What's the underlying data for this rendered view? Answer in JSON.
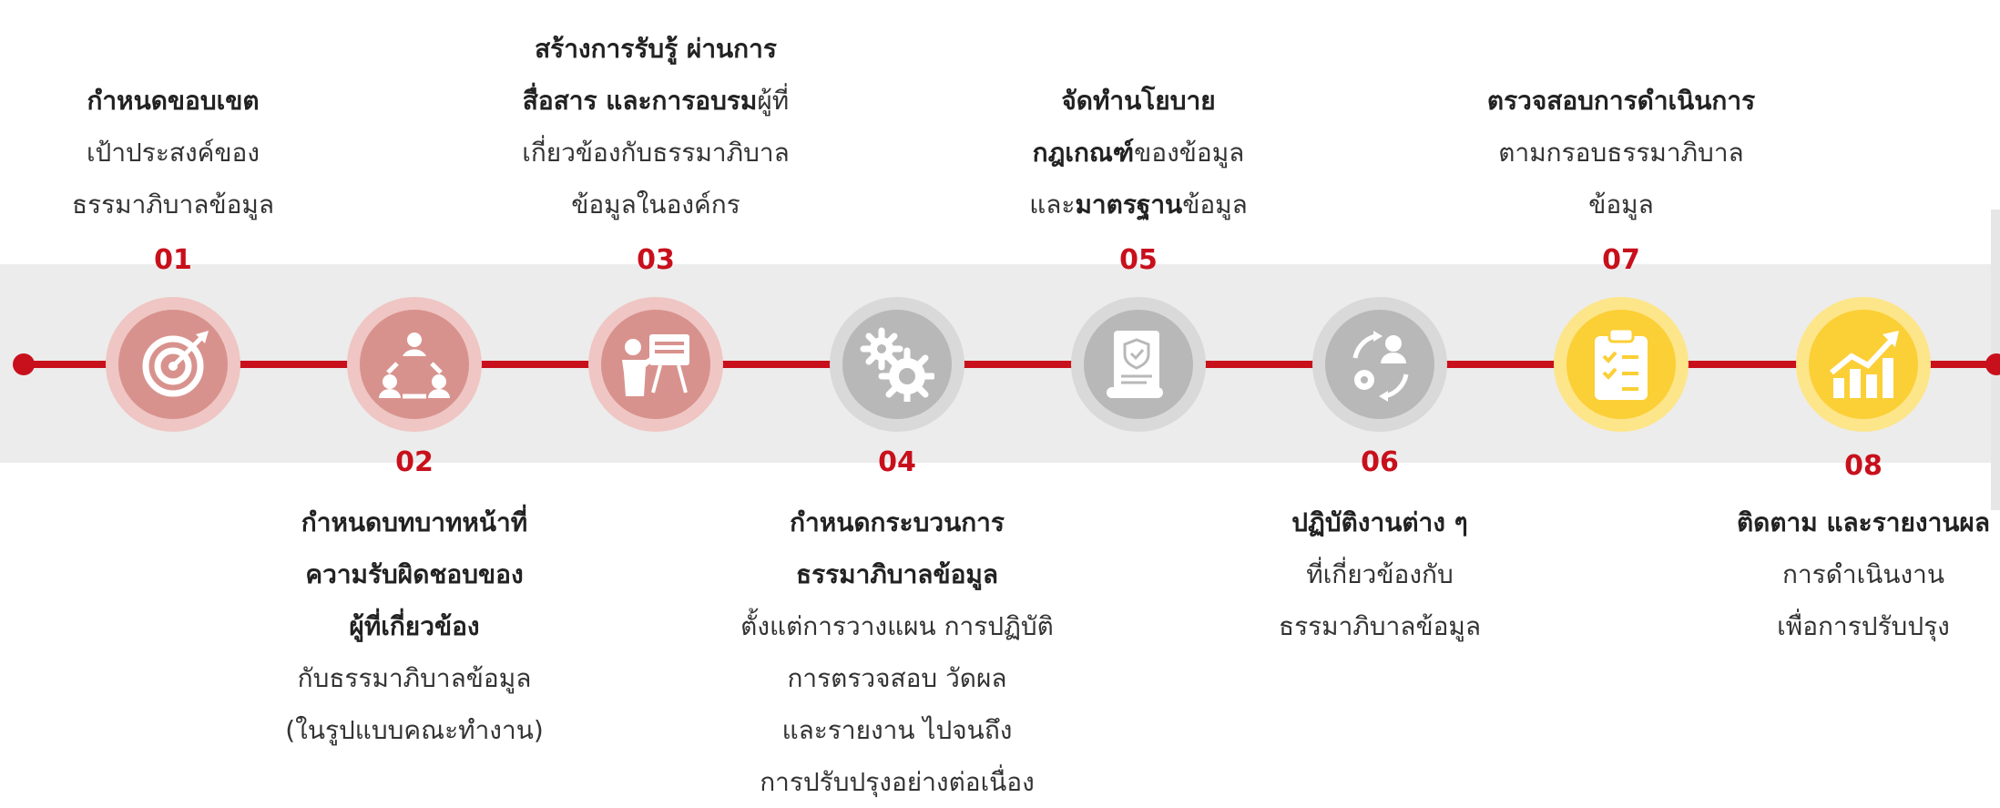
{
  "colors": {
    "accent": "#c8101c",
    "band": "#ececec",
    "red_light": "#efc6c3",
    "red_mid": "#d8928d",
    "grey_light": "#d9d9d9",
    "grey_mid": "#b8b8b8",
    "yellow_light": "#fde58a",
    "yellow_mid": "#fbcf36"
  },
  "steps": [
    {
      "num": "01",
      "icon": "target-icon",
      "tone": "red",
      "lines": [
        [
          {
            "t": "กำหนดขอบเขต",
            "b": true
          }
        ],
        [
          {
            "t": "เป้าประสงค์ของ"
          }
        ],
        [
          {
            "t": "ธรรมาภิบาลข้อมูล"
          }
        ]
      ]
    },
    {
      "num": "02",
      "icon": "team-collaboration-icon",
      "tone": "red",
      "lines": [
        [
          {
            "t": "กำหนดบทบาทหน้าที่",
            "b": true
          }
        ],
        [
          {
            "t": "ความรับผิดชอบของ",
            "b": true
          }
        ],
        [
          {
            "t": "ผู้ที่เกี่ยวข้อง",
            "b": true
          }
        ],
        [
          {
            "t": "กับธรรมาภิบาลข้อมูล"
          }
        ],
        [
          {
            "t": "(ในรูปแบบคณะทำงาน)"
          }
        ]
      ]
    },
    {
      "num": "03",
      "icon": "presentation-board-icon",
      "tone": "red",
      "lines": [
        [
          {
            "t": "สร้างการรับรู้ ผ่านการ",
            "b": true
          }
        ],
        [
          {
            "t": "สื่อสาร และการอบรม",
            "b": true
          },
          {
            "t": "ผู้ที่"
          }
        ],
        [
          {
            "t": "เกี่ยวข้องกับธรรมาภิบาล"
          }
        ],
        [
          {
            "t": "ข้อมูลในองค์กร"
          }
        ]
      ]
    },
    {
      "num": "04",
      "icon": "gears-icon",
      "tone": "grey",
      "lines": [
        [
          {
            "t": "กำหนดกระบวนการ",
            "b": true
          }
        ],
        [
          {
            "t": "ธรรมาภิบาลข้อมูล",
            "b": true
          }
        ],
        [
          {
            "t": "ตั้งแต่การวางแผน การปฏิบัติ"
          }
        ],
        [
          {
            "t": "การตรวจสอบ วัดผล"
          }
        ],
        [
          {
            "t": "และรายงาน ไปจนถึง"
          }
        ],
        [
          {
            "t": "การปรับปรุงอย่างต่อเนื่อง"
          }
        ]
      ]
    },
    {
      "num": "05",
      "icon": "policy-document-icon",
      "tone": "grey",
      "lines": [
        [
          {
            "t": "จัดทำนโยบาย",
            "b": true
          }
        ],
        [
          {
            "t": "กฎเกณฑ์",
            "b": true
          },
          {
            "t": "ของข้อมูล"
          }
        ],
        [
          {
            "t": "และ"
          },
          {
            "t": "มาตรฐาน",
            "b": true
          },
          {
            "t": "ข้อมูล"
          }
        ]
      ]
    },
    {
      "num": "06",
      "icon": "operations-cycle-icon",
      "tone": "grey",
      "lines": [
        [
          {
            "t": "ปฏิบัติงานต่าง ๆ",
            "b": true
          }
        ],
        [
          {
            "t": "ที่เกี่ยวข้องกับ"
          }
        ],
        [
          {
            "t": "ธรรมาภิบาลข้อมูล"
          }
        ]
      ]
    },
    {
      "num": "07",
      "icon": "checklist-clipboard-icon",
      "tone": "yellow",
      "lines": [
        [
          {
            "t": "ตรวจสอบการดำเนินการ",
            "b": true
          }
        ],
        [
          {
            "t": "ตามกรอบธรรมาภิบาล"
          }
        ],
        [
          {
            "t": "ข้อมูล"
          }
        ]
      ]
    },
    {
      "num": "08",
      "icon": "growth-chart-icon",
      "tone": "yellow",
      "lines": [
        [
          {
            "t": "ติดตาม และรายงานผล",
            "b": true
          }
        ],
        [
          {
            "t": "การดำเนินงาน"
          }
        ],
        [
          {
            "t": "เพื่อการปรับปรุง"
          }
        ]
      ]
    }
  ]
}
